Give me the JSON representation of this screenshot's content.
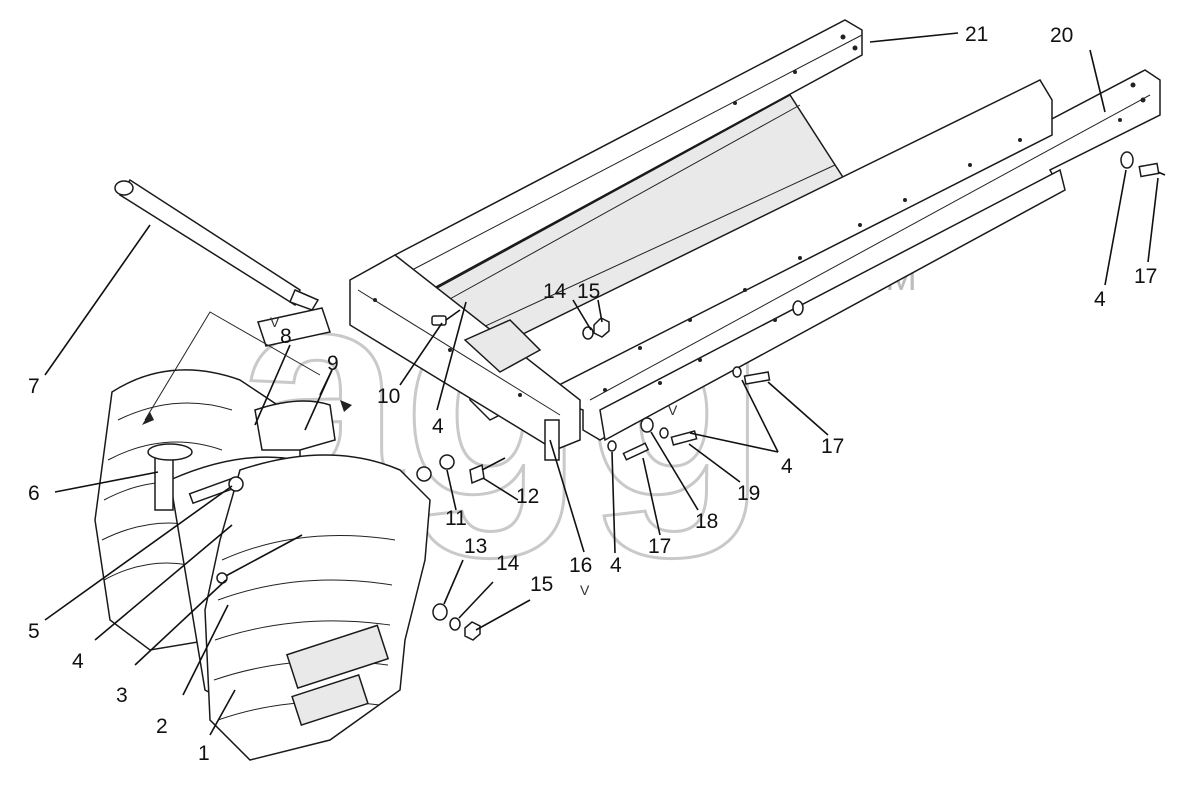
{
  "watermark": {
    "text": "agg",
    "trademark": "TM"
  },
  "marks": {
    "v": "V"
  },
  "callouts": [
    {
      "id": "c21",
      "label": "21",
      "part": "right-rail-upper"
    },
    {
      "id": "c20",
      "label": "20",
      "part": "right-rail-lower"
    },
    {
      "id": "c7",
      "label": "7",
      "part": "long-rod"
    },
    {
      "id": "c8",
      "label": "8",
      "part": "bracket"
    },
    {
      "id": "c9",
      "label": "9",
      "part": "weight-plate"
    },
    {
      "id": "c10",
      "label": "10",
      "part": "bolt"
    },
    {
      "id": "c4a",
      "label": "4",
      "part": "washer"
    },
    {
      "id": "c14a",
      "label": "14",
      "part": "washer"
    },
    {
      "id": "c15a",
      "label": "15",
      "part": "nut"
    },
    {
      "id": "c6",
      "label": "6",
      "part": "hook"
    },
    {
      "id": "c5",
      "label": "5",
      "part": "pin"
    },
    {
      "id": "c4b",
      "label": "4",
      "part": "washer"
    },
    {
      "id": "c3",
      "label": "3",
      "part": "weight"
    },
    {
      "id": "c2",
      "label": "2",
      "part": "weight"
    },
    {
      "id": "c1",
      "label": "1",
      "part": "weight"
    },
    {
      "id": "c11",
      "label": "11",
      "part": "nut"
    },
    {
      "id": "c12",
      "label": "12",
      "part": "bolt"
    },
    {
      "id": "c13",
      "label": "13",
      "part": "washer"
    },
    {
      "id": "c14b",
      "label": "14",
      "part": "washer"
    },
    {
      "id": "c15b",
      "label": "15",
      "part": "nut"
    },
    {
      "id": "c16",
      "label": "16",
      "part": "pin"
    },
    {
      "id": "c4c",
      "label": "4",
      "part": "washer"
    },
    {
      "id": "c17a",
      "label": "17",
      "part": "bolt"
    },
    {
      "id": "c18",
      "label": "18",
      "part": "washer"
    },
    {
      "id": "c19",
      "label": "19",
      "part": "bolt"
    },
    {
      "id": "c4d",
      "label": "4",
      "part": "washer"
    },
    {
      "id": "c17b",
      "label": "17",
      "part": "bolt"
    },
    {
      "id": "c4e",
      "label": "4",
      "part": "washer"
    },
    {
      "id": "c17c",
      "label": "17",
      "part": "bolt"
    }
  ]
}
